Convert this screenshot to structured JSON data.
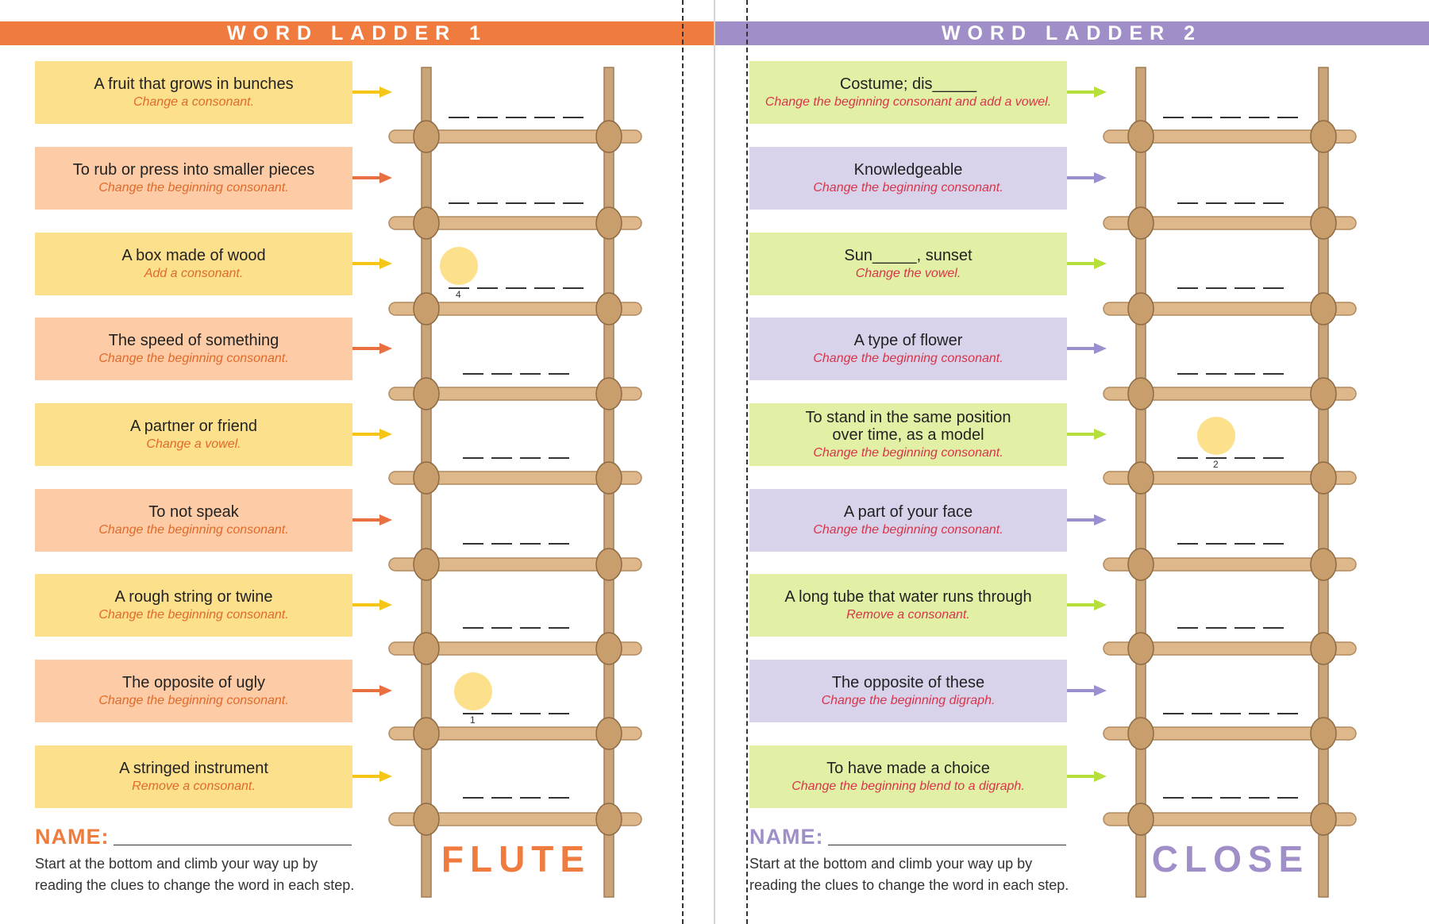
{
  "ladders": [
    {
      "title": "WORD LADDER 1",
      "accent": "#f07b3f",
      "card_colors": [
        "#fde08c",
        "#fdcca6"
      ],
      "arrow_colors": [
        "#f5c518",
        "#e87040"
      ],
      "hint_colors": [
        "#e06a2a",
        "#e06a2a"
      ],
      "clues": [
        {
          "text": "A fruit that grows in bunches",
          "hint": "Change a consonant."
        },
        {
          "text": "To rub or press into smaller pieces",
          "hint": "Change the beginning consonant."
        },
        {
          "text": "A box made of wood",
          "hint": "Add a consonant."
        },
        {
          "text": "The speed of something",
          "hint": "Change the beginning consonant."
        },
        {
          "text": "A partner or friend",
          "hint": "Change a vowel."
        },
        {
          "text": "To not speak",
          "hint": "Change the beginning consonant."
        },
        {
          "text": "A rough string or twine",
          "hint": "Change the beginning consonant."
        },
        {
          "text": "The opposite of ugly",
          "hint": "Change the beginning consonant."
        },
        {
          "text": "A stringed instrument",
          "hint": "Remove a consonant."
        }
      ],
      "blank_counts": [
        5,
        5,
        5,
        4,
        4,
        4,
        4,
        4,
        4
      ],
      "circles": [
        {
          "row": 2,
          "index": 0,
          "number": "4"
        },
        {
          "row": 7,
          "index": 0,
          "number": "1"
        }
      ],
      "name_label": "NAME:",
      "instructions": "Start at the bottom and climb your way up by reading the clues to change the word in each step.",
      "start_word": "FLUTE"
    },
    {
      "title": "WORD LADDER 2",
      "accent": "#a08ec8",
      "card_colors": [
        "#e2f0a6",
        "#d8d2ea"
      ],
      "arrow_colors": [
        "#b7df3c",
        "#9c8fd0"
      ],
      "hint_colors": [
        "#d8344a",
        "#d8344a"
      ],
      "clues": [
        {
          "text": "Costume; dis_____",
          "hint": "Change the beginning consonant and add a vowel."
        },
        {
          "text": "Knowledgeable",
          "hint": "Change the beginning consonant."
        },
        {
          "text": "Sun_____, sunset",
          "hint": "Change the vowel."
        },
        {
          "text": "A type of flower",
          "hint": "Change the beginning consonant."
        },
        {
          "text": "To stand in the same position\nover time, as a model",
          "hint": "Change the beginning consonant."
        },
        {
          "text": "A part of your face",
          "hint": "Change the beginning consonant."
        },
        {
          "text": "A long tube that water runs through",
          "hint": "Remove a consonant."
        },
        {
          "text": "The opposite of these",
          "hint": "Change the beginning digraph."
        },
        {
          "text": "To have made a choice",
          "hint": "Change the beginning blend to a digraph."
        }
      ],
      "blank_counts": [
        5,
        4,
        4,
        4,
        4,
        4,
        4,
        5,
        5
      ],
      "circles": [
        {
          "row": 4,
          "index": 1,
          "number": "2"
        }
      ],
      "name_label": "NAME:",
      "instructions": "Start at the bottom and climb your way up by reading the clues to change the word in each step.",
      "start_word": "CLOSE"
    }
  ]
}
